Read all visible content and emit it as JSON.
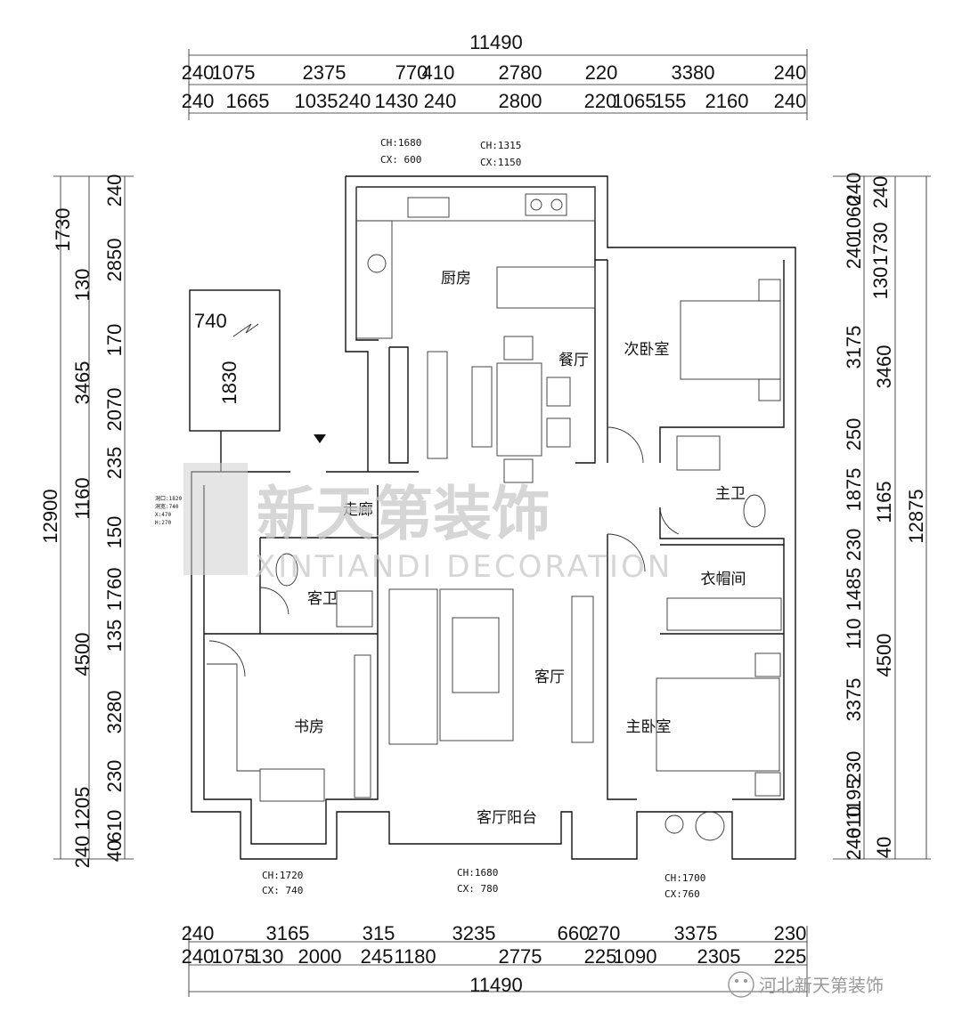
{
  "dimensions": {
    "top_total": "11490",
    "top_row1": [
      "240",
      "1075",
      "2375",
      "770",
      "410",
      "2780",
      "220",
      "3380",
      "240"
    ],
    "top_row2": [
      "240",
      "1665",
      "1035",
      "240",
      "1430",
      "240",
      "2800",
      "220",
      "1065",
      "155",
      "2160",
      "240"
    ],
    "bottom_row1": [
      "240",
      "3165",
      "315",
      "3235",
      "660",
      "270",
      "3375",
      "230"
    ],
    "bottom_row2": [
      "240",
      "1075",
      "130",
      "2000",
      "245",
      "1180",
      "2775",
      "225",
      "1090",
      "2305",
      "225"
    ],
    "bottom_total": "11490",
    "left_outer": [
      "1730",
      "3465",
      "12900",
      "4500",
      "1205",
      "240"
    ],
    "left_inner": [
      "240",
      "2850",
      "130",
      "170",
      "2070",
      "235",
      "1160",
      "150",
      "1760",
      "135",
      "3280",
      "230",
      "610",
      "40"
    ],
    "right_inner": [
      "240",
      "1060",
      "240",
      "3175",
      "250",
      "1875",
      "230",
      "1485",
      "110",
      "3375",
      "230",
      "1195",
      "240",
      "610",
      "40"
    ],
    "right_outer": [
      "240",
      "1730",
      "130",
      "3460",
      "1165",
      "12875",
      "4500"
    ]
  },
  "rooms": {
    "kitchen": "厨房",
    "dining": "餐厅",
    "second_bedroom": "次卧室",
    "master_bath": "主卫",
    "corridor": "走廊",
    "cloakroom": "衣帽间",
    "guest_bath": "客卫",
    "living": "客厅",
    "study": "书房",
    "master_bedroom": "主卧室",
    "living_balcony": "客厅阳台"
  },
  "void": {
    "width": "740",
    "height": "1830"
  },
  "windows": {
    "kitchen_ch": "CH:1680",
    "kitchen_cx": "CX: 600",
    "dining_ch": "CH:1315",
    "dining_cx": "CX:1150",
    "study_ch": "CH:1720",
    "study_cx": "CX: 740",
    "balcony_ch": "CH:1680",
    "balcony_cx": "CX: 780",
    "master_ch": "CH:1700",
    "master_cx": "CX:760"
  },
  "entry_note": [
    "洞口:1820",
    "洞宽:740",
    "X:470",
    "H:270"
  ],
  "watermark": {
    "cn": "新天第装饰",
    "en": "XINTIANDI DECORATION"
  },
  "footer": {
    "account": "河北新天第装饰"
  },
  "colors": {
    "wall": "#111111",
    "watermark": "#c9c9c9"
  }
}
